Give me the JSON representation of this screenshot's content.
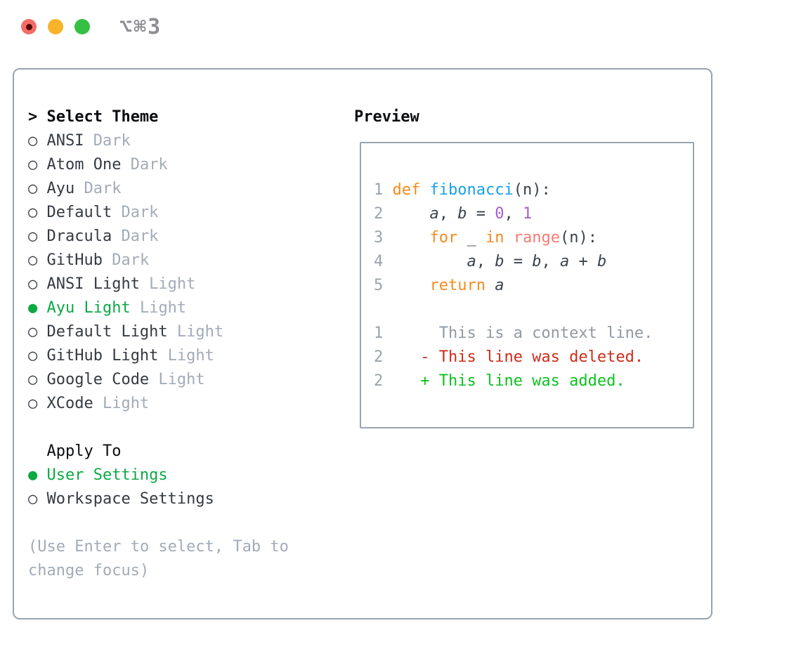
{
  "window": {
    "title": "⌥⌘3",
    "traffic_lights": [
      "close",
      "minimize",
      "zoom"
    ]
  },
  "theme_selector": {
    "header_prefix": ">",
    "header": "Select Theme",
    "themes": [
      {
        "name": "ANSI",
        "variant": "Dark",
        "selected": false
      },
      {
        "name": "Atom One",
        "variant": "Dark",
        "selected": false
      },
      {
        "name": "Ayu",
        "variant": "Dark",
        "selected": false
      },
      {
        "name": "Default",
        "variant": "Dark",
        "selected": false
      },
      {
        "name": "Dracula",
        "variant": "Dark",
        "selected": false
      },
      {
        "name": "GitHub",
        "variant": "Dark",
        "selected": false
      },
      {
        "name": "ANSI Light",
        "variant": "Light",
        "selected": false
      },
      {
        "name": "Ayu Light",
        "variant": "Light",
        "selected": true
      },
      {
        "name": "Default Light",
        "variant": "Light",
        "selected": false
      },
      {
        "name": "GitHub Light",
        "variant": "Light",
        "selected": false
      },
      {
        "name": "Google Code",
        "variant": "Light",
        "selected": false
      },
      {
        "name": "XCode",
        "variant": "Light",
        "selected": false
      }
    ]
  },
  "apply_to": {
    "header": "Apply To",
    "options": [
      {
        "label": "User Settings",
        "selected": true
      },
      {
        "label": "Workspace Settings",
        "selected": false
      }
    ]
  },
  "hint": {
    "line1": "(Use Enter to select, Tab to",
    "line2": "change focus)"
  },
  "preview": {
    "header": "Preview",
    "lines": [
      {
        "name": "code-line-1",
        "segments": [
          {
            "t": "1",
            "c": "num"
          },
          {
            "t": " ",
            "c": "plain"
          },
          {
            "t": "def",
            "c": "kw"
          },
          {
            "t": " ",
            "c": "plain"
          },
          {
            "t": "fibonacci",
            "c": "fn"
          },
          {
            "t": "(n):",
            "c": "plain"
          }
        ]
      },
      {
        "name": "code-line-2",
        "segments": [
          {
            "t": "2",
            "c": "num"
          },
          {
            "t": "     ",
            "c": "plain"
          },
          {
            "t": "a",
            "c": "var"
          },
          {
            "t": ", ",
            "c": "plain"
          },
          {
            "t": "b",
            "c": "var"
          },
          {
            "t": " = ",
            "c": "plain"
          },
          {
            "t": "0",
            "c": "lit"
          },
          {
            "t": ", ",
            "c": "plain"
          },
          {
            "t": "1",
            "c": "lit"
          }
        ]
      },
      {
        "name": "code-line-3",
        "segments": [
          {
            "t": "3",
            "c": "num"
          },
          {
            "t": "     ",
            "c": "plain"
          },
          {
            "t": "for",
            "c": "kw"
          },
          {
            "t": " _ ",
            "c": "plain"
          },
          {
            "t": "in",
            "c": "kw"
          },
          {
            "t": " ",
            "c": "plain"
          },
          {
            "t": "range",
            "c": "bi"
          },
          {
            "t": "(n):",
            "c": "plain"
          }
        ]
      },
      {
        "name": "code-line-4",
        "segments": [
          {
            "t": "4",
            "c": "num"
          },
          {
            "t": "         ",
            "c": "plain"
          },
          {
            "t": "a",
            "c": "var"
          },
          {
            "t": ", ",
            "c": "plain"
          },
          {
            "t": "b",
            "c": "var"
          },
          {
            "t": " = ",
            "c": "plain"
          },
          {
            "t": "b",
            "c": "var"
          },
          {
            "t": ", ",
            "c": "plain"
          },
          {
            "t": "a",
            "c": "var"
          },
          {
            "t": " + ",
            "c": "plain"
          },
          {
            "t": "b",
            "c": "var"
          }
        ]
      },
      {
        "name": "code-line-5",
        "segments": [
          {
            "t": "5",
            "c": "num"
          },
          {
            "t": "     ",
            "c": "plain"
          },
          {
            "t": "return",
            "c": "kw"
          },
          {
            "t": " ",
            "c": "plain"
          },
          {
            "t": "a",
            "c": "var"
          }
        ]
      },
      {
        "name": "blank-line",
        "segments": []
      },
      {
        "name": "diff-context-line",
        "segments": [
          {
            "t": "1",
            "c": "num"
          },
          {
            "t": "      This is a context line.",
            "c": "ctx"
          }
        ]
      },
      {
        "name": "diff-deleted-line",
        "segments": [
          {
            "t": "2",
            "c": "num"
          },
          {
            "t": "    ",
            "c": "plain"
          },
          {
            "t": "- This line was deleted.",
            "c": "del"
          }
        ]
      },
      {
        "name": "diff-added-line",
        "segments": [
          {
            "t": "2",
            "c": "num"
          },
          {
            "t": "    ",
            "c": "plain"
          },
          {
            "t": "+ This line was added.",
            "c": "add"
          }
        ]
      }
    ]
  },
  "colors": {
    "heading": "#0a0c0f",
    "text": "#343a43",
    "muted": "#a2abb8",
    "border": "#9aa3af",
    "sel-green": "#0ea844",
    "kw": "#f78a1e",
    "fn": "#18a1e9",
    "lit": "#a55fcf",
    "bi": "#f87b72",
    "plain": "#3a424d",
    "num": "#9aa3af",
    "ctx": "#9199a3",
    "del": "#cc2d1a",
    "add": "#0dc121",
    "title-gray": "#8e8e93",
    "tl-red": "#f36d66",
    "tl-red-dot": "#550b06",
    "tl-yellow": "#f7b32a",
    "tl-green": "#35c043"
  }
}
